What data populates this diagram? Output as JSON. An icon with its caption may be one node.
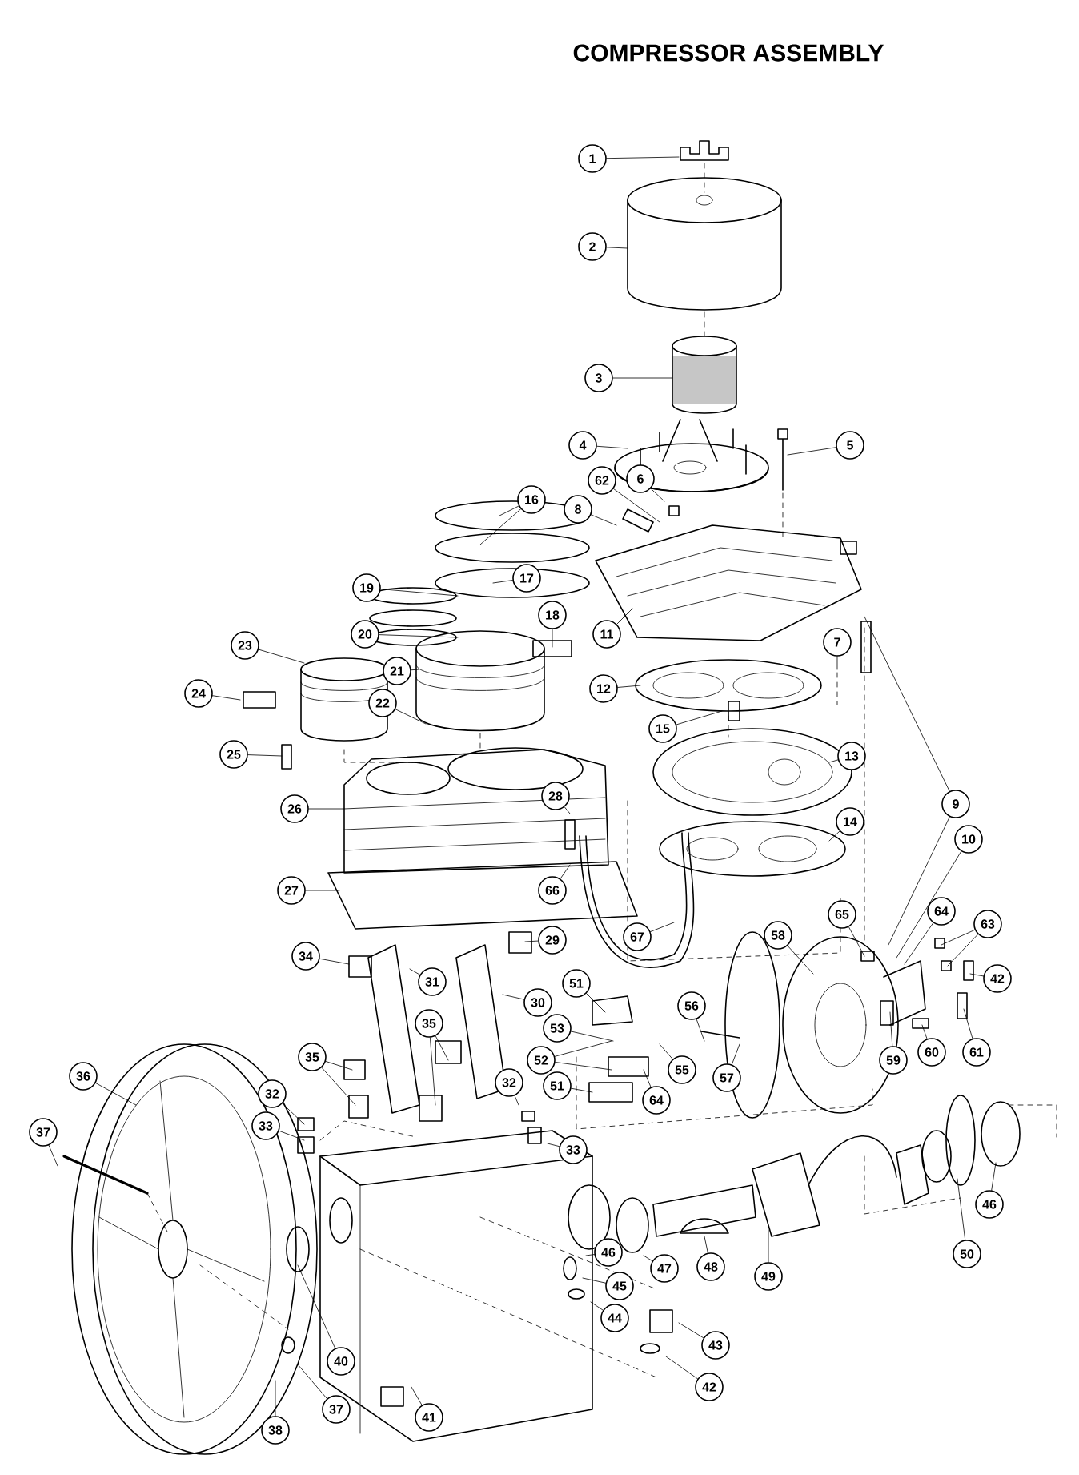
{
  "diagram": {
    "title": "COMPRESSOR ASSEMBLY",
    "nodes": [
      {
        "text": [
          "1"
        ]
      },
      {
        "text": [
          "2"
        ]
      },
      {
        "text": [
          "3"
        ]
      },
      {
        "text": [
          "4"
        ]
      },
      {
        "text": [
          "5"
        ]
      },
      {
        "text": [
          "62"
        ]
      },
      {
        "text": [
          "6"
        ]
      },
      {
        "text": [
          "8"
        ]
      },
      {
        "text": [
          "16"
        ]
      },
      {
        "text": [
          "17"
        ]
      },
      {
        "text": [
          "18"
        ]
      },
      {
        "text": [
          "19"
        ]
      },
      {
        "text": [
          "20"
        ]
      },
      {
        "text": [
          "23"
        ]
      },
      {
        "text": [
          "24"
        ]
      },
      {
        "text": [
          "21"
        ]
      },
      {
        "text": [
          "22"
        ]
      },
      {
        "text": [
          "25"
        ]
      },
      {
        "text": [
          "26"
        ]
      },
      {
        "text": [
          "28"
        ]
      },
      {
        "text": [
          "27"
        ]
      },
      {
        "text": [
          "66"
        ]
      },
      {
        "text": [
          "11"
        ]
      },
      {
        "text": [
          "12"
        ]
      },
      {
        "text": [
          "7"
        ]
      },
      {
        "text": [
          "15"
        ]
      },
      {
        "text": [
          "13"
        ]
      },
      {
        "text": [
          "14"
        ]
      },
      {
        "text": [
          "9"
        ]
      },
      {
        "text": [
          "10"
        ]
      },
      {
        "text": [
          "67"
        ]
      },
      {
        "text": [
          "65"
        ]
      },
      {
        "text": [
          "58"
        ]
      },
      {
        "text": [
          "64"
        ]
      },
      {
        "text": [
          "63"
        ]
      },
      {
        "text": [
          "42"
        ]
      },
      {
        "text": [
          "29"
        ]
      },
      {
        "text": [
          "34"
        ]
      },
      {
        "text": [
          "31"
        ]
      },
      {
        "text": [
          "30"
        ]
      },
      {
        "text": [
          "51"
        ]
      },
      {
        "text": [
          "35"
        ]
      },
      {
        "text": [
          "53"
        ]
      },
      {
        "text": [
          "52"
        ]
      },
      {
        "text": [
          "55"
        ]
      },
      {
        "text": [
          "56"
        ]
      },
      {
        "text": [
          "57"
        ]
      },
      {
        "text": [
          "59"
        ]
      },
      {
        "text": [
          "60"
        ]
      },
      {
        "text": [
          "61"
        ]
      },
      {
        "text": [
          "35"
        ]
      },
      {
        "text": [
          "32"
        ]
      },
      {
        "text": [
          "33"
        ]
      },
      {
        "text": [
          "32"
        ]
      },
      {
        "text": [
          "51"
        ]
      },
      {
        "text": [
          "64"
        ]
      },
      {
        "text": [
          "33"
        ]
      },
      {
        "text": [
          "36"
        ]
      },
      {
        "text": [
          "37"
        ]
      },
      {
        "text": [
          "46"
        ]
      },
      {
        "text": [
          "40"
        ]
      },
      {
        "text": [
          "37"
        ]
      },
      {
        "text": [
          "38"
        ]
      },
      {
        "text": [
          "41"
        ]
      },
      {
        "text": [
          "46"
        ]
      },
      {
        "text": [
          "47"
        ]
      },
      {
        "text": [
          "48"
        ]
      },
      {
        "text": [
          "49"
        ]
      },
      {
        "text": [
          "50"
        ]
      },
      {
        "text": [
          "45"
        ]
      },
      {
        "text": [
          "44"
        ]
      },
      {
        "text": [
          "43"
        ]
      },
      {
        "text": [
          "42"
        ]
      }
    ],
    "edges": [
      {
        "from": 0,
        "to": null,
        "arrow": "none"
      },
      {
        "from": 1,
        "to": null,
        "arrow": "none"
      },
      {
        "from": 2,
        "to": null,
        "arrow": "none"
      },
      {
        "from": 3,
        "to": null,
        "arrow": "none"
      },
      {
        "from": 4,
        "to": null,
        "arrow": "none"
      },
      {
        "from": 5,
        "to": null,
        "arrow": "none"
      },
      {
        "from": 6,
        "to": null,
        "arrow": "none"
      },
      {
        "from": 7,
        "to": null,
        "arrow": "none"
      },
      {
        "from": 8,
        "to": null,
        "arrow": "none"
      },
      {
        "from": 8,
        "to": null,
        "arrow": "none"
      },
      {
        "from": 9,
        "to": null,
        "arrow": "none"
      },
      {
        "from": 10,
        "to": null,
        "arrow": "none"
      },
      {
        "from": 11,
        "to": null,
        "arrow": "none"
      },
      {
        "from": 12,
        "to": null,
        "arrow": "none"
      },
      {
        "from": 13,
        "to": null,
        "arrow": "none"
      },
      {
        "from": 14,
        "to": null,
        "arrow": "none"
      },
      {
        "from": 15,
        "to": null,
        "arrow": "none"
      },
      {
        "from": 16,
        "to": null,
        "arrow": "none"
      },
      {
        "from": 17,
        "to": null,
        "arrow": "none"
      },
      {
        "from": 18,
        "to": null,
        "arrow": "none"
      },
      {
        "from": 19,
        "to": null,
        "arrow": "none"
      },
      {
        "from": 20,
        "to": null,
        "arrow": "none"
      },
      {
        "from": 21,
        "to": null,
        "arrow": "none"
      },
      {
        "from": 22,
        "to": null,
        "arrow": "none"
      },
      {
        "from": 23,
        "to": null,
        "arrow": "none"
      },
      {
        "from": 24,
        "to": null,
        "arrow": "none"
      },
      {
        "from": 25,
        "to": null,
        "arrow": "none"
      },
      {
        "from": 26,
        "to": null,
        "arrow": "none"
      },
      {
        "from": 27,
        "to": null,
        "arrow": "none"
      },
      {
        "from": 28,
        "to": null,
        "arrow": "none"
      },
      {
        "from": 28,
        "to": null,
        "arrow": "none"
      },
      {
        "from": 29,
        "to": null,
        "arrow": "none"
      },
      {
        "from": 30,
        "to": null,
        "arrow": "none"
      },
      {
        "from": 31,
        "to": null,
        "arrow": "none"
      },
      {
        "from": 32,
        "to": null,
        "arrow": "none"
      },
      {
        "from": 33,
        "to": null,
        "arrow": "none"
      },
      {
        "from": 34,
        "to": null,
        "arrow": "none"
      },
      {
        "from": 34,
        "to": null,
        "arrow": "none"
      },
      {
        "from": 35,
        "to": null,
        "arrow": "none"
      },
      {
        "from": 36,
        "to": null,
        "arrow": "none"
      },
      {
        "from": 37,
        "to": null,
        "arrow": "none"
      },
      {
        "from": 38,
        "to": null,
        "arrow": "none"
      },
      {
        "from": 39,
        "to": null,
        "arrow": "none"
      },
      {
        "from": 40,
        "to": null,
        "arrow": "none"
      },
      {
        "from": 41,
        "to": null,
        "arrow": "none"
      },
      {
        "from": 41,
        "to": null,
        "arrow": "none"
      },
      {
        "from": 42,
        "to": null,
        "arrow": "none"
      },
      {
        "from": 43,
        "to": null,
        "arrow": "none"
      },
      {
        "from": 43,
        "to": null,
        "arrow": "none"
      },
      {
        "from": 44,
        "to": null,
        "arrow": "none"
      },
      {
        "from": 45,
        "to": null,
        "arrow": "none"
      },
      {
        "from": 46,
        "to": null,
        "arrow": "none"
      },
      {
        "from": 47,
        "to": null,
        "arrow": "none"
      },
      {
        "from": 48,
        "to": null,
        "arrow": "none"
      },
      {
        "from": 49,
        "to": null,
        "arrow": "none"
      },
      {
        "from": 50,
        "to": null,
        "arrow": "none"
      },
      {
        "from": 50,
        "to": null,
        "arrow": "none"
      },
      {
        "from": 51,
        "to": null,
        "arrow": "none"
      },
      {
        "from": 52,
        "to": null,
        "arrow": "none"
      },
      {
        "from": 53,
        "to": null,
        "arrow": "none"
      },
      {
        "from": 54,
        "to": null,
        "arrow": "none"
      },
      {
        "from": 55,
        "to": null,
        "arrow": "none"
      },
      {
        "from": 56,
        "to": null,
        "arrow": "none"
      },
      {
        "from": 57,
        "to": null,
        "arrow": "none"
      },
      {
        "from": 58,
        "to": null,
        "arrow": "none"
      },
      {
        "from": 59,
        "to": null,
        "arrow": "none"
      },
      {
        "from": 60,
        "to": null,
        "arrow": "none"
      },
      {
        "from": 61,
        "to": null,
        "arrow": "none"
      },
      {
        "from": 62,
        "to": null,
        "arrow": "none"
      },
      {
        "from": 63,
        "to": null,
        "arrow": "none"
      },
      {
        "from": 64,
        "to": null,
        "arrow": "none"
      },
      {
        "from": 65,
        "to": null,
        "arrow": "none"
      },
      {
        "from": 66,
        "to": null,
        "arrow": "none"
      },
      {
        "from": 67,
        "to": null,
        "arrow": "none"
      },
      {
        "from": 68,
        "to": null,
        "arrow": "none"
      },
      {
        "from": 69,
        "to": null,
        "arrow": "none"
      },
      {
        "from": 70,
        "to": null,
        "arrow": "none"
      },
      {
        "from": 71,
        "to": null,
        "arrow": "none"
      },
      {
        "from": 72,
        "to": null,
        "arrow": "none"
      }
    ]
  }
}
